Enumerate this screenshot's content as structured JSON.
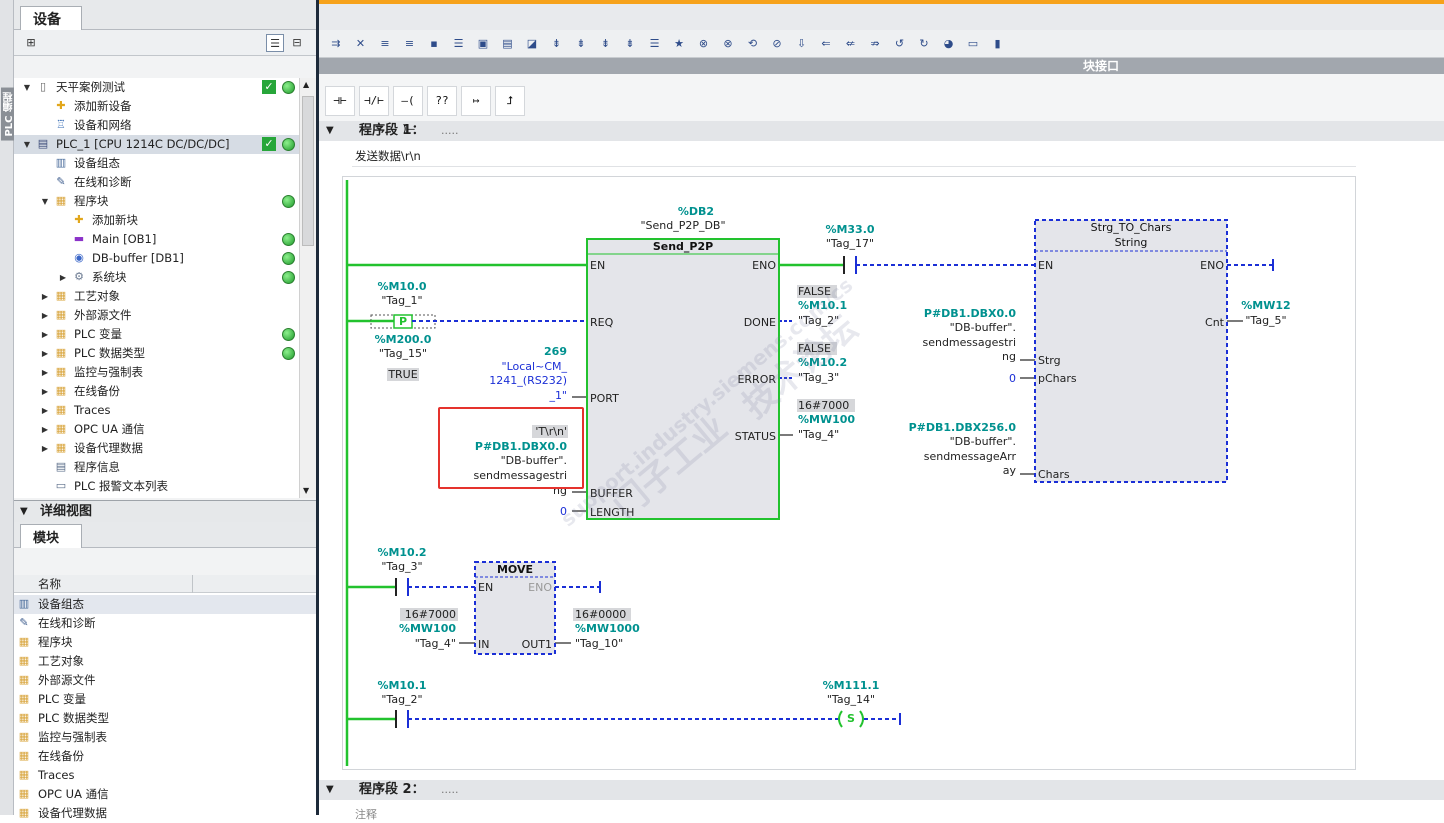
{
  "sidebar_vertical_label": "PLC 编程",
  "devices_panel": {
    "tab": "设备",
    "tree": [
      {
        "label": "天平案例测试",
        "arrow": "▼",
        "icon": "doc",
        "check": true,
        "dot": true
      },
      {
        "label": "添加新设备",
        "arrow": "",
        "icon": "add"
      },
      {
        "label": "设备和网络",
        "arrow": "",
        "icon": "net"
      },
      {
        "label": "PLC_1 [CPU 1214C DC/DC/DC]",
        "arrow": "▼",
        "icon": "plc",
        "check": true,
        "dot": true,
        "selected": true
      },
      {
        "label": "设备组态",
        "arrow": "",
        "icon": "cfg"
      },
      {
        "label": "在线和诊断",
        "arrow": "",
        "icon": "diag"
      },
      {
        "label": "程序块",
        "arrow": "▼",
        "icon": "folder",
        "dot": true
      },
      {
        "label": "添加新块",
        "arrow": "",
        "icon": "add"
      },
      {
        "label": "Main [OB1]",
        "arrow": "",
        "icon": "ob",
        "dot": true
      },
      {
        "label": "DB-buffer [DB1]",
        "arrow": "",
        "icon": "db",
        "dot": true
      },
      {
        "label": "系统块",
        "arrow": "▶",
        "icon": "sys",
        "dot": true
      },
      {
        "label": "工艺对象",
        "arrow": "▶",
        "icon": "folder"
      },
      {
        "label": "外部源文件",
        "arrow": "▶",
        "icon": "folder"
      },
      {
        "label": "PLC 变量",
        "arrow": "▶",
        "icon": "folder",
        "dot": true
      },
      {
        "label": "PLC 数据类型",
        "arrow": "▶",
        "icon": "folder",
        "dot": true
      },
      {
        "label": "监控与强制表",
        "arrow": "▶",
        "icon": "folder"
      },
      {
        "label": "在线备份",
        "arrow": "▶",
        "icon": "folder"
      },
      {
        "label": "Traces",
        "arrow": "▶",
        "icon": "folder"
      },
      {
        "label": "OPC UA 通信",
        "arrow": "▶",
        "icon": "folder"
      },
      {
        "label": "设备代理数据",
        "arrow": "▶",
        "icon": "folder"
      },
      {
        "label": "程序信息",
        "arrow": "",
        "icon": "info"
      },
      {
        "label": "PLC 报警文本列表",
        "arrow": "",
        "icon": "list"
      }
    ]
  },
  "detail": {
    "title": "详细视图",
    "tab": "模块",
    "col": "名称",
    "items": [
      "设备组态",
      "在线和诊断",
      "程序块",
      "工艺对象",
      "外部源文件",
      "PLC 变量",
      "PLC 数据类型",
      "监控与强制表",
      "在线备份",
      "Traces",
      "OPC UA 通信",
      "设备代理数据"
    ]
  },
  "interface_label": "块接口",
  "ladder_tools": [
    "⊣⊢",
    "⊣/⊢",
    "–( )–",
    "??",
    "↦",
    "⮥"
  ],
  "network1": {
    "title": "程序段 1：",
    "dots": ".....",
    "comment": "发送数据\\r\\n"
  },
  "network2": {
    "title": "程序段 2：",
    "dots": ".....",
    "comment": "注释"
  },
  "send": {
    "db_addr": "%DB2",
    "db_name": "\"Send_P2P_DB\"",
    "title": "Send_P2P",
    "EN": "EN",
    "ENO": "ENO",
    "REQ": "REQ",
    "PORT": "PORT",
    "BUFFER": "BUFFER",
    "LENGTH": "LENGTH",
    "DONE": "DONE",
    "ERROR": "ERROR",
    "STATUS": "STATUS",
    "req_addr": "%M10.0",
    "req_tag": "\"Tag_1\"",
    "edge_addr": "%M200.0",
    "edge_tag": "\"Tag_15\"",
    "edge_val": "TRUE",
    "edge": "P",
    "port_val": "269",
    "port_line1": "\"Local~CM_",
    "port_line2": "1241_(RS232)",
    "port_line3": "_1\"",
    "buf_val": "'T\\r\\n'",
    "buf_addr": "P#DB1.DBX0.0",
    "buf_line1": "\"DB-buffer\".",
    "buf_line2": "sendmessagestri",
    "buf_line3": "ng",
    "len_val": "0",
    "done_val": "FALSE",
    "done_addr": "%M10.1",
    "done_tag": "\"Tag_2\"",
    "err_val": "FALSE",
    "err_addr": "%M10.2",
    "err_tag": "\"Tag_3\"",
    "stat_val": "16#7000",
    "stat_addr": "%MW100",
    "stat_tag": "\"Tag_4\"",
    "eno_addr": "%M33.0",
    "eno_tag": "\"Tag_17\""
  },
  "strg": {
    "title": "Strg_TO_Chars",
    "sub": "String",
    "EN": "EN",
    "ENO": "ENO",
    "Strg": "Strg",
    "pChars": "pChars",
    "Chars": "Chars",
    "Cnt": "Cnt",
    "strg_addr": "P#DB1.DBX0.0",
    "strg_line1": "\"DB-buffer\".",
    "strg_line2": "sendmessagestri",
    "strg_line3": "ng",
    "pchars_val": "0",
    "chars_addr": "P#DB1.DBX256.0",
    "chars_line1": "\"DB-buffer\".",
    "chars_line2": "sendmessageArr",
    "chars_line3": "ay",
    "cnt_addr": "%MW12",
    "cnt_tag": "\"Tag_5\""
  },
  "move": {
    "title": "MOVE",
    "EN": "EN",
    "ENO": "ENO",
    "IN": "IN",
    "OUT1": "OUT1",
    "contact_addr": "%M10.2",
    "contact_tag": "\"Tag_3\"",
    "in_val": "16#7000",
    "in_addr": "%MW100",
    "in_tag": "\"Tag_4\"",
    "out_val": "16#0000",
    "out_addr": "%MW1000",
    "out_tag": "\"Tag_10\""
  },
  "rung3": {
    "contact_addr": "%M10.1",
    "contact_tag": "\"Tag_2\"",
    "coil_addr": "%M111.1",
    "coil_tag": "\"Tag_14\"",
    "coil": "S"
  },
  "watermark": [
    "门子工业",
    "support.industry.siemens.com/cs",
    "技术论坛"
  ],
  "colors": {
    "green": "#22c22e",
    "blue": "#1b2fd6",
    "teal": "#00918f",
    "block_fill": "#e4e5ea",
    "red": "#e5322d",
    "orange": "#f6a21b"
  }
}
